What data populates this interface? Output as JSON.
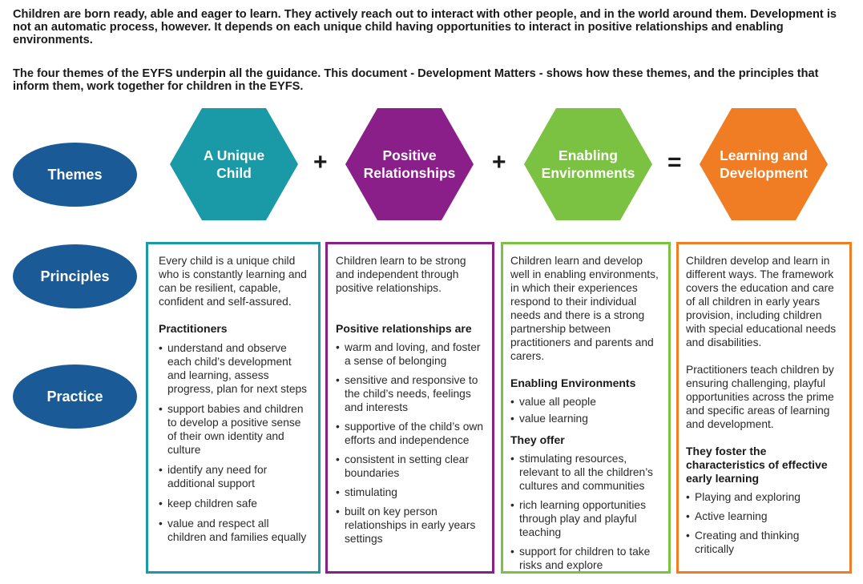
{
  "intro": {
    "p1": "Children are born ready, able and eager to learn. They actively reach out to interact with other people, and in the world around them. Development is not an automatic process, however. It depends on each unique child having opportunities to interact in positive relationships and enabling environments.",
    "p2": "The four themes of the EYFS underpin all the guidance. This document - Development Matters - shows how these themes, and the principles that inform them, work together for children in the EYFS."
  },
  "row_labels": {
    "themes": "Themes",
    "principles": "Principles",
    "practice": "Practice"
  },
  "operators": {
    "op1": "+",
    "op2": "+",
    "op3": "="
  },
  "themes": [
    {
      "label": "A Unique\nChild",
      "color": "#1a9aa6"
    },
    {
      "label": "Positive\nRelationships",
      "color": "#8b1f8a"
    },
    {
      "label": "Enabling\nEnvironments",
      "color": "#7cc242"
    },
    {
      "label": "Learning and\nDevelopment",
      "color": "#f07c24"
    }
  ],
  "columns": [
    {
      "principle": "Every child is a unique child who is constantly learning and can be resilient, capable, confident and self-assured.",
      "heading1": "Practitioners",
      "items1": [
        "understand and observe each child’s development and learning, assess progress, plan for next steps",
        "support babies and children to develop a positive sense of their own identity and culture",
        "identify any need for additional support",
        "keep children safe",
        "value and respect all children and families equally"
      ]
    },
    {
      "principle": "Children learn to be strong and independent through positive relationships.",
      "heading1": "Positive relationships are",
      "items1": [
        "warm and loving, and foster a sense of belonging",
        "sensitive and responsive to the child’s needs, feelings and interests",
        "supportive of the child’s own efforts and independence",
        "consistent in setting clear boundaries",
        "stimulating",
        "built on key person relationships in early years settings"
      ]
    },
    {
      "principle": "Children learn and develop well in enabling environments, in which their experiences respond to their individual needs and there is a strong partnership between practitioners and parents and carers.",
      "heading1": "Enabling Environments",
      "items1": [
        "value all people",
        "value learning"
      ],
      "heading2": "They offer",
      "items2": [
        "stimulating resources, relevant to all the children’s cultures and communities",
        "rich learning opportunities through play and playful teaching",
        "support for children to take risks and explore"
      ]
    },
    {
      "principle": "Children develop and learn in different ways. The framework covers the education and care of all children in early years provision, including children with special educational needs and disabilities.",
      "principle2": "Practitioners teach children by ensuring challenging, playful opportunities across the prime and specific areas of learning and development.",
      "heading1": "They foster the characteristics of effective early learning",
      "items1": [
        "Playing and exploring",
        "Active learning",
        "Creating and thinking critically"
      ]
    }
  ]
}
